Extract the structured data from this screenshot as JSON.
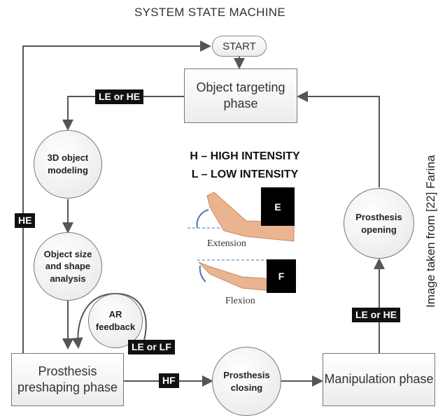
{
  "title": "SYSTEM STATE MACHINE",
  "start": "START",
  "states": {
    "object_targeting": "Object targeting phase",
    "preshaping": "Prosthesis preshaping phase",
    "manipulation": "Manipulation phase"
  },
  "circles": {
    "object_modeling": "3D object modeling",
    "size_shape": "Object size and shape analysis",
    "ar_feedback": "AR feedback",
    "closing": "Prosthesis closing",
    "opening": "Prosthesis opening"
  },
  "transitions": {
    "targeting_to_modeling": "LE or HE",
    "preshaping_loop": "LE or LF",
    "preshaping_to_closing": "HF",
    "manipulation_to_opening": "LE or HE",
    "preshaping_to_start": "HE"
  },
  "legend": {
    "high": "H – HIGH INTENSITY",
    "low": "L – LOW INTENSITY",
    "extension_label": "E",
    "extension_caption": "Extension",
    "flexion_label": "F",
    "flexion_caption": "Flexion"
  },
  "credit": "Image taken from [22] Farina",
  "colors": {
    "line": "#555555",
    "tag": "#111111",
    "skin": "#e9b48f"
  }
}
